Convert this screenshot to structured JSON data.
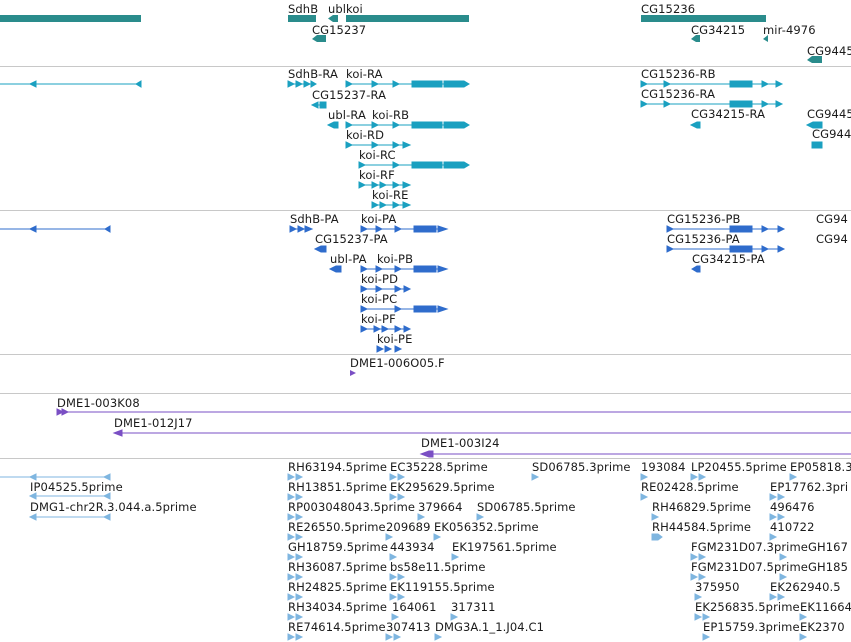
{
  "colors": {
    "gene": "#2a8c8c",
    "transcript": "#1aa0c0",
    "protein": "#2f6ccc",
    "clone": "#7a4fc4",
    "est": "#7fb6e0"
  },
  "gene_track": {
    "labels": [
      "SdhB",
      "ubl",
      "koi",
      "CG15237",
      "CG15236",
      "CG34215",
      "mir-4976",
      "CG9445"
    ]
  },
  "transcript_track": {
    "labels": [
      "SdhB-RA",
      "koi-RA",
      "CG15237-RA",
      "ubl-RA",
      "koi-RB",
      "koi-RD",
      "koi-RC",
      "koi-RF",
      "koi-RE",
      "CG15236-RB",
      "CG15236-RA",
      "CG34215-RA",
      "CG9445",
      "CG944"
    ]
  },
  "protein_track": {
    "labels": [
      "SdhB-PA",
      "koi-PA",
      "CG15237-PA",
      "ubl-PA",
      "koi-PB",
      "koi-PD",
      "koi-PC",
      "koi-PF",
      "koi-PE",
      "CG15236-PB",
      "CG15236-PA",
      "CG34215-PA",
      "CG94",
      "CG94"
    ]
  },
  "cdna_track": {
    "labels": [
      "DME1-006O05.F"
    ]
  },
  "clone_track": {
    "labels": [
      "DME1-003K08",
      "DME1-012J17",
      "DME1-003I24"
    ]
  },
  "est_track": {
    "labels": [
      "RH63194.5prime",
      "EC35228.5prime",
      "SD06785.3prime",
      "193084",
      "LP20455.5prime",
      "EP05818.3",
      "IP04525.5prime",
      "RH13851.5prime",
      "EK295629.5prime",
      "RE02428.5prime",
      "EP17762.3pri",
      "DMG1-chr2R.3.044.a.5prime",
      "RP003048043.5prime",
      "379664",
      "SD06785.5prime",
      "RH46829.5prime",
      "496476",
      "RE26550.5prime",
      "209689",
      "EK056352.5prime",
      "RH44584.5prime",
      "410722",
      "GH18759.5prime",
      "443934",
      "EK197561.5prime",
      "FGM231D07.3prime",
      "GH167",
      "RH36087.5prime",
      "bs58e11.5prime",
      "FGM231D07.5prime",
      "GH185",
      "RH24825.5prime",
      "EK119155.5prime",
      "375950",
      "EK262940.5",
      "RH34034.5prime",
      "164061",
      "317311",
      "EK256835.5prime",
      "EK11664",
      "RE74614.5prime",
      "307413",
      "DMG3A.1_1.J04.C1",
      "EP15759.3prime",
      "EK2370"
    ]
  }
}
